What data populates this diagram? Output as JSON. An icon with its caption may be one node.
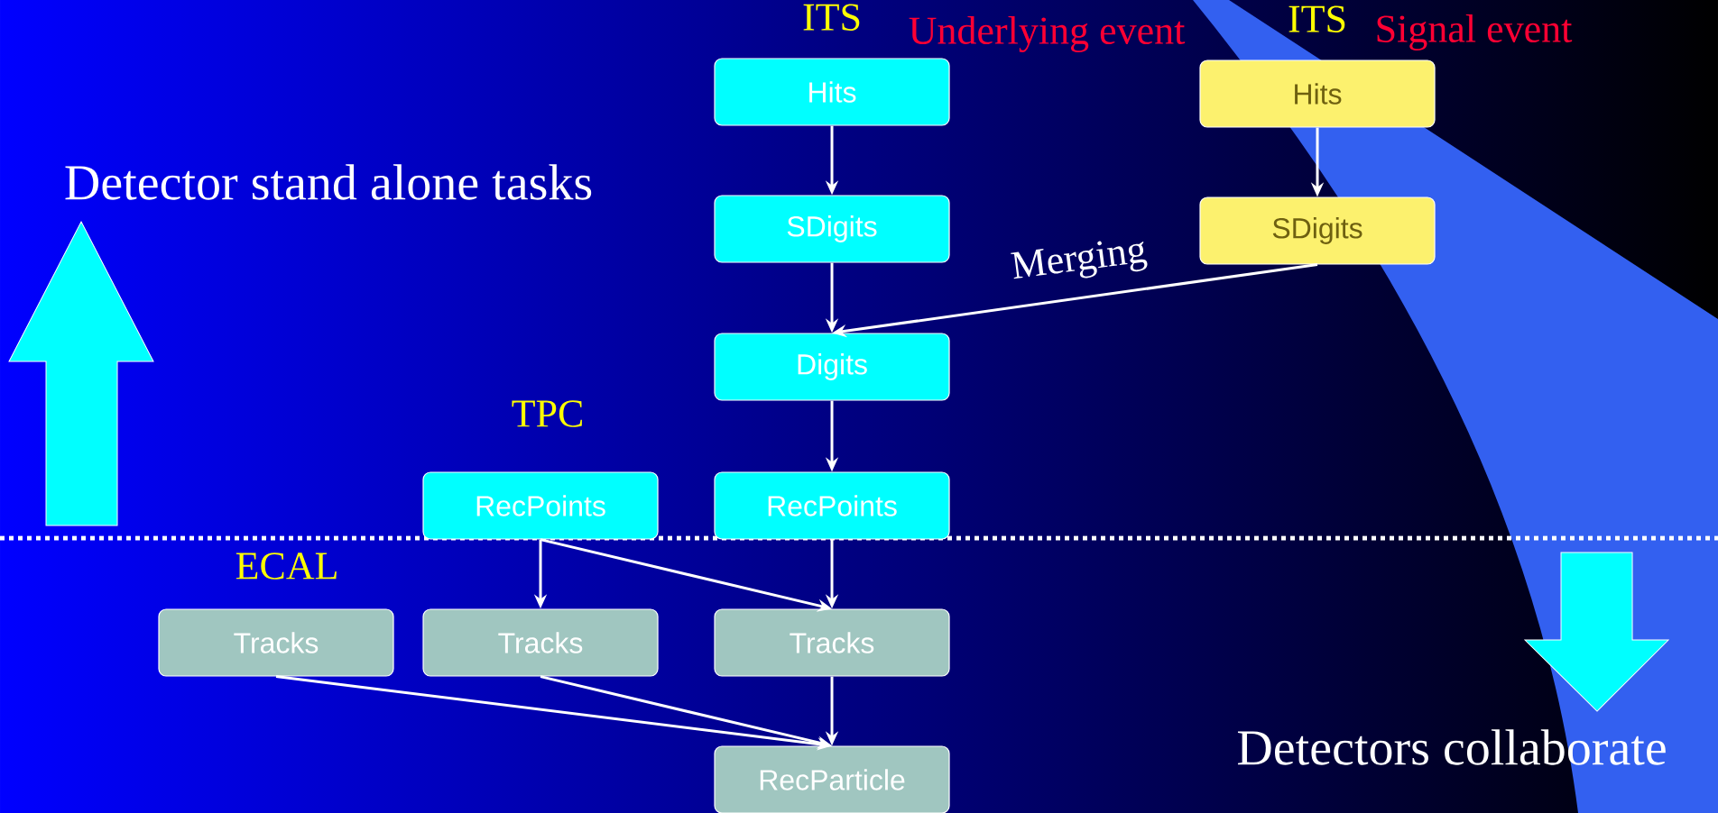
{
  "diagram": {
    "nodes": [
      {
        "text": [
          "Hits"
        ],
        "beside": [
          "ITS"
        ]
      },
      {
        "text": [
          "Hits"
        ],
        "beside": [
          "ITS"
        ]
      },
      {
        "text": [
          "SDigits"
        ]
      },
      {
        "text": [
          "SDigits"
        ]
      },
      {
        "text": [
          "Digits"
        ]
      },
      {
        "text": [
          "RecPoints"
        ]
      },
      {
        "text": [
          "RecPoints"
        ]
      },
      {
        "text": [
          "Tracks"
        ]
      },
      {
        "text": [
          "Tracks"
        ]
      },
      {
        "text": [
          "Tracks"
        ]
      },
      {
        "text": [
          "RecParticle"
        ]
      }
    ],
    "edges": [
      {
        "from": 0,
        "to": 2,
        "arrow": "to"
      },
      {
        "from": 1,
        "to": 3,
        "arrow": "to"
      },
      {
        "from": 2,
        "to": 4,
        "arrow": "to"
      },
      {
        "from": 3,
        "to": 4,
        "arrow": "to",
        "label": "Merging"
      },
      {
        "from": 4,
        "to": 6,
        "arrow": "to"
      },
      {
        "from": 5,
        "to": 8,
        "arrow": "to"
      },
      {
        "from": 5,
        "to": 9,
        "arrow": "to"
      },
      {
        "from": 6,
        "to": 9,
        "arrow": "to"
      },
      {
        "from": 7,
        "to": 10,
        "arrow": "to"
      },
      {
        "from": 8,
        "to": 10,
        "arrow": "to"
      },
      {
        "from": 9,
        "to": 10,
        "arrow": "to"
      }
    ],
    "labels": [
      "Underlying event",
      "Signal event",
      "Detector stand alone tasks",
      "TPC",
      "ECAL",
      "Detectors collaborate"
    ]
  }
}
